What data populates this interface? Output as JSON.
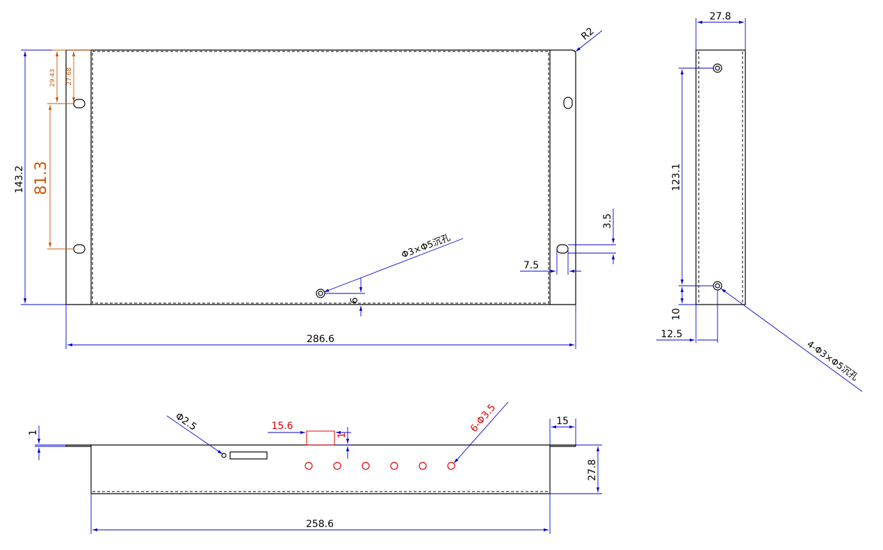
{
  "front_view": {
    "overall_width": "286.6",
    "overall_height": "143.2",
    "slot_pitch": "81.3",
    "slot_offset_a": "29.43",
    "slot_offset_b": "27.68",
    "corner_radius": "R2",
    "flange_width": "7.5",
    "slot_height": "3.5",
    "hole_offset": "6",
    "hole_callout": "Φ3×Φ5沉孔"
  },
  "side_view": {
    "depth": "27.8",
    "hole_pitch": "123.1",
    "hole_bottom_offset": "10",
    "hole_side_offset": "12.5",
    "hole_callout": "4-Φ3×Φ5沉孔"
  },
  "bottom_view": {
    "inner_width": "258.6",
    "depth": "27.8",
    "flange_length": "15",
    "thickness": "1",
    "small_hole": "Φ2.5",
    "cutout_width": "15.6",
    "cutout_depth": "1",
    "holes_callout": "6-Φ3.5"
  },
  "colors": {
    "outline": "#000000",
    "dimension": "#0000cc",
    "highlight_orange": "#cc5500",
    "highlight_red": "#e00000"
  }
}
